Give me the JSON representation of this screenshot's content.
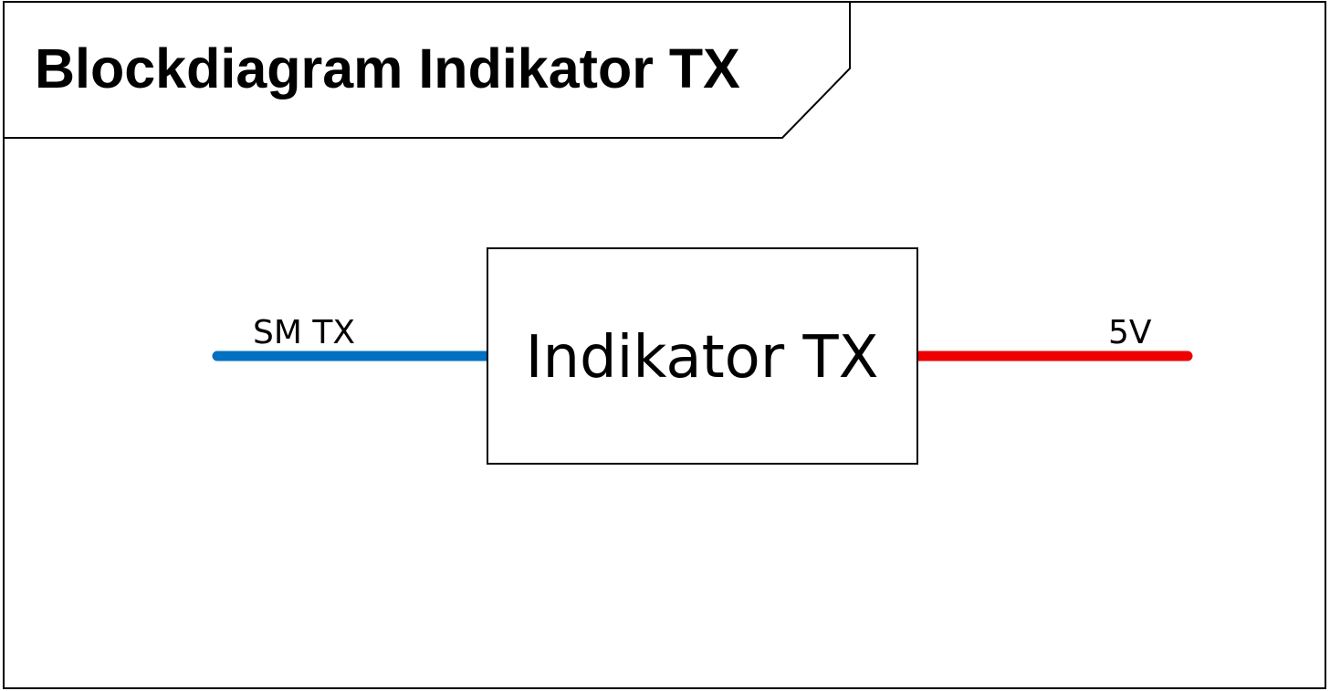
{
  "title": "Blockdiagram Indikator TX",
  "block": {
    "label": "Indikator TX"
  },
  "inputs": [
    {
      "label": "SM TX",
      "color": "#0070C0"
    }
  ],
  "outputs": [
    {
      "label": "5V",
      "color": "#EE0000"
    }
  ],
  "colors": {
    "frame": "#000000",
    "background": "#ffffff"
  }
}
